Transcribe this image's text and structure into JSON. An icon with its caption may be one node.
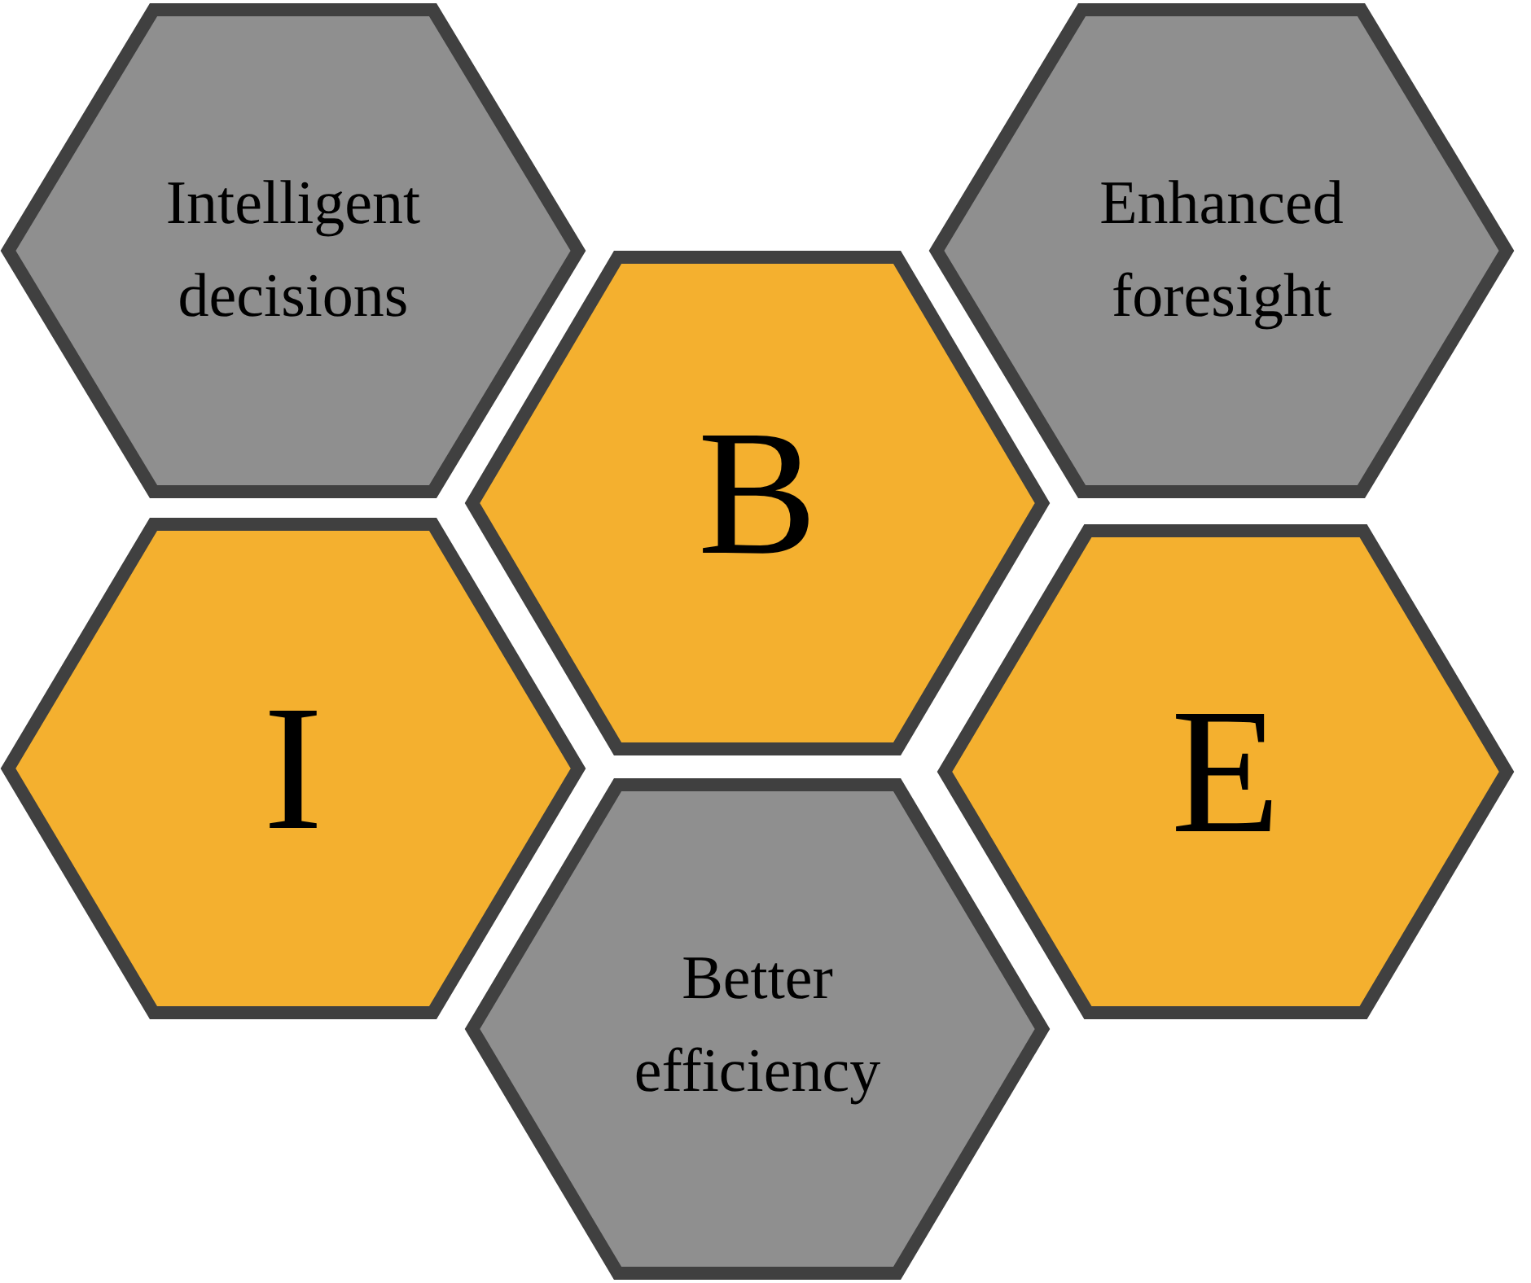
{
  "diagram": {
    "nodes": [
      {
        "text": [
          "Intelligent decisions"
        ]
      },
      {
        "text": [
          "Enhanced foresight"
        ]
      },
      {
        "text": [
          "B"
        ]
      },
      {
        "text": [
          "I"
        ]
      },
      {
        "text": [
          "E"
        ]
      },
      {
        "text": [
          "Better efficiency"
        ]
      }
    ]
  }
}
